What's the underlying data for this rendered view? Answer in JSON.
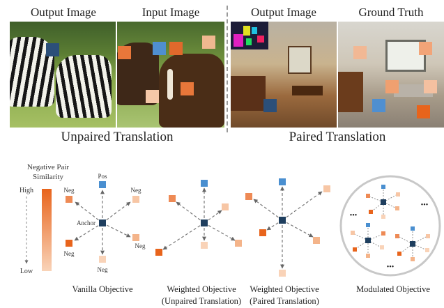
{
  "top": {
    "titles": [
      "Output Image",
      "Input Image",
      "Output Image",
      "Ground Truth"
    ],
    "section_labels": [
      "Unpaired Translation",
      "Paired Translation"
    ]
  },
  "bottom": {
    "legend": {
      "title_line1": "Negative Pair",
      "title_line2": "Similarity",
      "high": "High",
      "low": "Low"
    },
    "vanilla": {
      "caption": "Vanilla Objective",
      "labels": {
        "pos": "Pos",
        "neg": "Neg",
        "anchor": "Anchor"
      }
    },
    "weighted_unpaired": {
      "caption_line1": "Weighted Objective",
      "caption_line2": "(Unpaired Translation)"
    },
    "weighted_paired": {
      "caption_line1": "Weighted Objective",
      "caption_line2": "(Paired Translation)"
    },
    "modulated": {
      "caption": "Modulated Objective",
      "dots": "•••"
    }
  },
  "colors": {
    "anchor": "#1f3f5f",
    "positive": "#4a8fd0",
    "neg_high": "#e8641c",
    "neg_mid": "#f2a070",
    "neg_low": "#f8cfb0"
  }
}
